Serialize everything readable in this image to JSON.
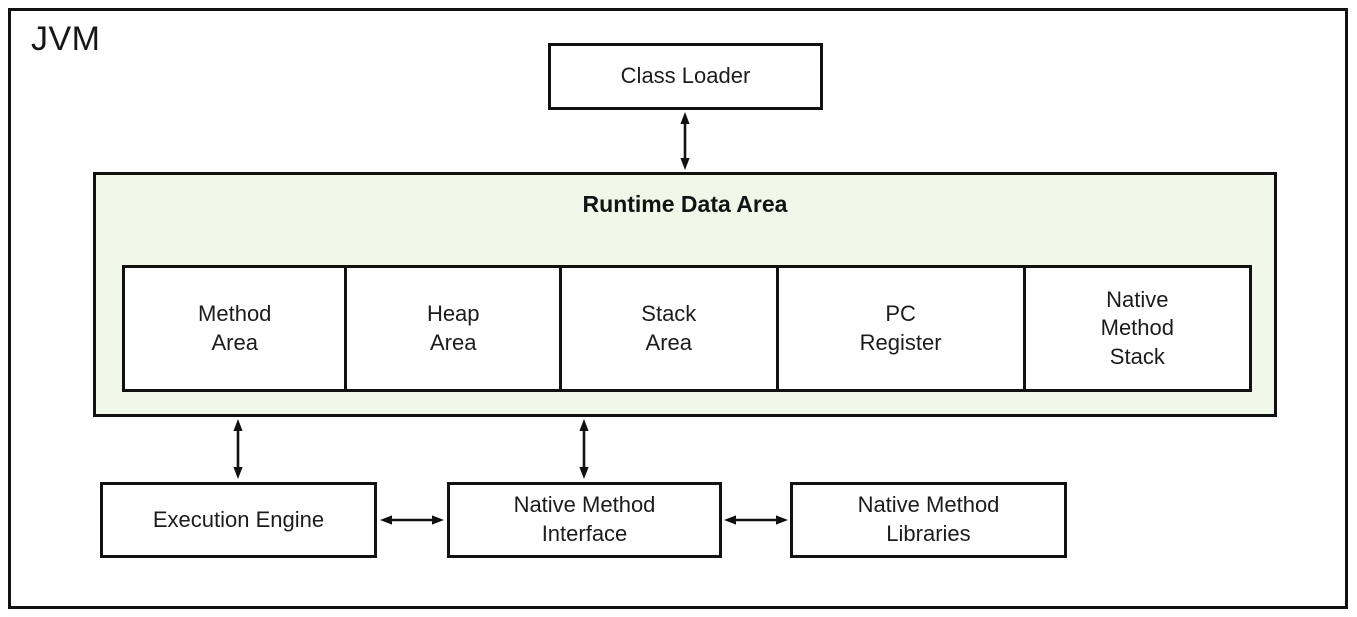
{
  "diagram": {
    "title": "JVM",
    "colors": {
      "runtime_data_area_bg": "#f1f8e9",
      "box_bg": "#ffffff",
      "line_color": "#111111",
      "text_color": "#1a1a1a"
    },
    "class_loader": {
      "label": "Class Loader"
    },
    "runtime_data_area": {
      "title": "Runtime Data Area",
      "cells": [
        {
          "label": "Method\nArea"
        },
        {
          "label": "Heap\nArea"
        },
        {
          "label": "Stack\nArea"
        },
        {
          "label": "PC\nRegister"
        },
        {
          "label": "Native\nMethod\nStack"
        }
      ]
    },
    "bottom_row": [
      {
        "label": "Execution Engine"
      },
      {
        "label": "Native Method\nInterface"
      },
      {
        "label": "Native Method\nLibraries"
      }
    ],
    "edges": [
      {
        "from": "Class Loader",
        "to": "Runtime Data Area",
        "direction": "bidirectional"
      },
      {
        "from": "Runtime Data Area",
        "to": "Execution Engine",
        "direction": "bidirectional"
      },
      {
        "from": "Runtime Data Area",
        "to": "Native Method Interface",
        "direction": "bidirectional"
      },
      {
        "from": "Execution Engine",
        "to": "Native Method Interface",
        "direction": "bidirectional"
      },
      {
        "from": "Native Method Interface",
        "to": "Native Method Libraries",
        "direction": "bidirectional"
      }
    ]
  }
}
